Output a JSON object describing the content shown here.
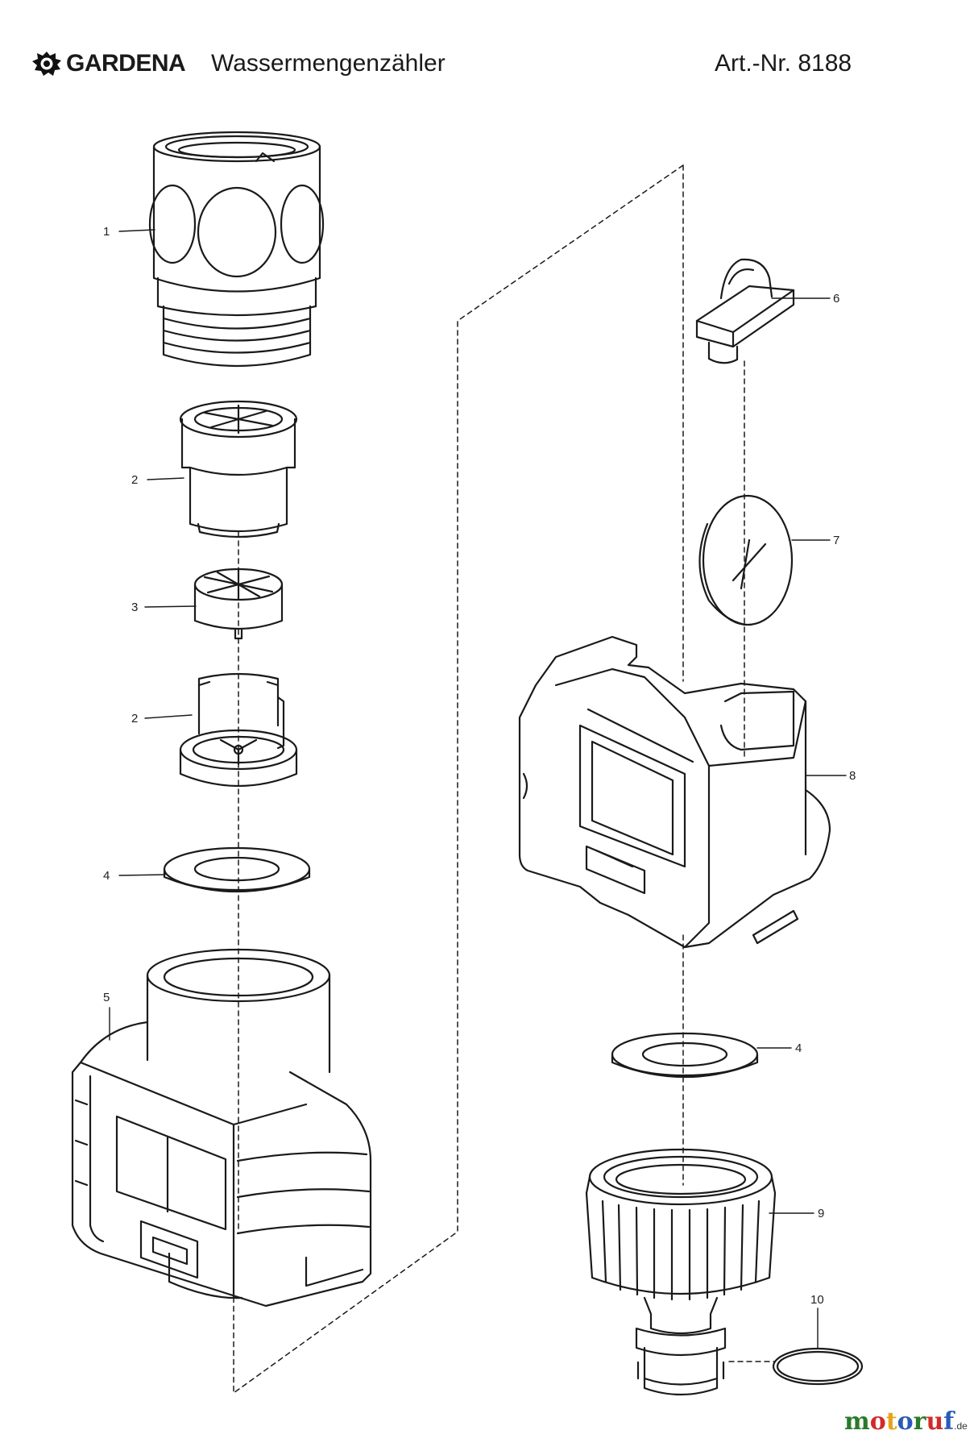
{
  "header": {
    "brand": "GARDENA",
    "product": "Wassermengenzähler",
    "article": "Art.-Nr. 8188"
  },
  "parts": {
    "p1": "1",
    "p2a": "2",
    "p3": "3",
    "p2b": "2",
    "p4a": "4",
    "p5": "5",
    "p6": "6",
    "p7": "7",
    "p8": "8",
    "p4b": "4",
    "p9": "9",
    "p10": "10"
  },
  "watermark": {
    "letters": [
      "m",
      "o",
      "t",
      "o",
      "r",
      "u",
      "f"
    ],
    "colors": [
      "#2a7a2a",
      "#d22a2a",
      "#e8a21a",
      "#2a5ab8",
      "#2a7a2a",
      "#d22a2a",
      "#2a5ab8"
    ],
    "tld": ".de"
  }
}
